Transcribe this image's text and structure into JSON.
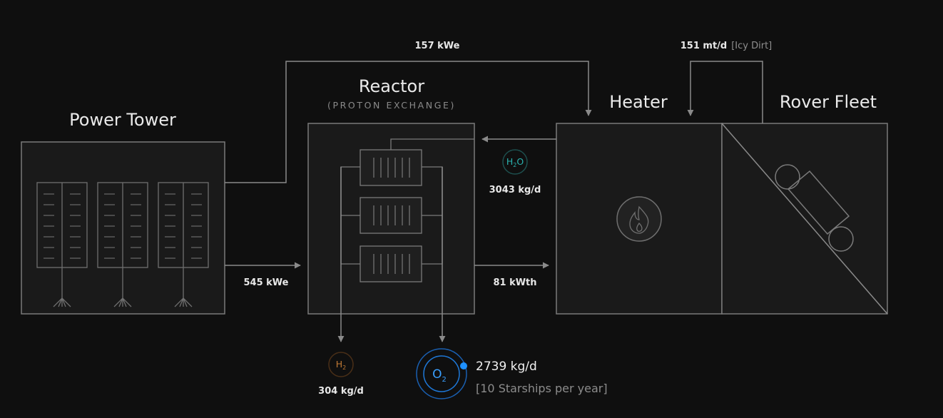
{
  "blocks": {
    "power_tower": {
      "title": "Power Tower"
    },
    "reactor": {
      "title": "Reactor",
      "subtitle": "(PROTON EXCHANGE)"
    },
    "heater": {
      "title": "Heater"
    },
    "rover_fleet": {
      "title": "Rover Fleet"
    }
  },
  "flows": {
    "tower_to_heater": "157 kWe",
    "tower_to_reactor": "545 kWe",
    "reactor_to_heater": "81 kWth",
    "heater_to_reactor_water": "3043 kg/d",
    "rover_to_heater_value": "151 mt/d",
    "rover_to_heater_material": "[Icy Dirt]",
    "hydrogen_output": "304 kg/d",
    "oxygen_output": "2739 kg/d",
    "oxygen_note": "[10 Starships per year]"
  },
  "chemicals": {
    "water": {
      "main": "H",
      "sub": "2",
      "tail": "O"
    },
    "hydrogen": {
      "main": "H",
      "sub": "2"
    },
    "oxygen": {
      "main": "O",
      "sub": "2"
    }
  },
  "colors": {
    "background": "#0f0f0f",
    "water": "#2ab3b0",
    "hydrogen": "#c07a35",
    "oxygen": "#1e90ff",
    "line": "#8a8a8a"
  },
  "icons": {
    "heater": "flame-icon",
    "rover": "rover-icon"
  }
}
